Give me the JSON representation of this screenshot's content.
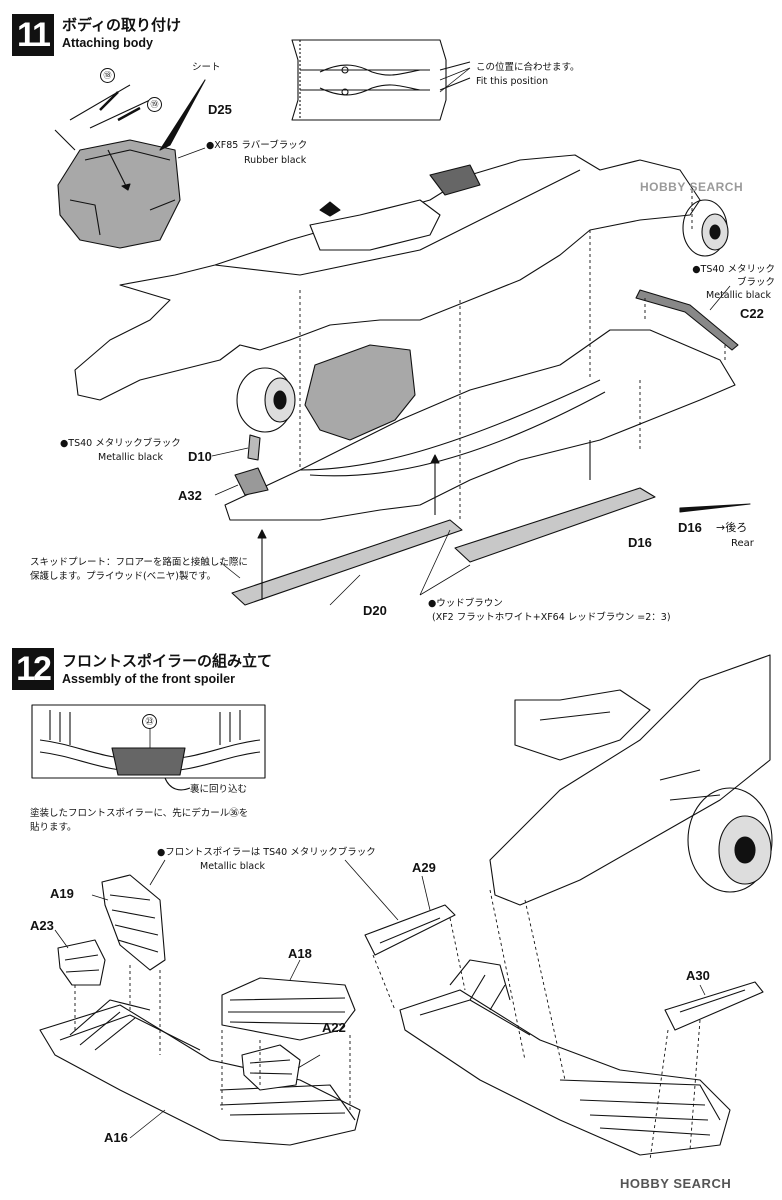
{
  "step11": {
    "number": "11",
    "title_jp": "ボディの取り付け",
    "title_en": "Attaching body",
    "fit_note_jp": "この位置に合わせます。",
    "fit_note_en": "Fit this position",
    "sheet_label": "シート",
    "part_18": "⑱",
    "part_19": "⑲",
    "part_d25": "D25",
    "xf85_jp": "●XF85 ラバーブラック",
    "xf85_en": "Rubber black",
    "ts40_right_jp1": "●TS40 メタリック",
    "ts40_right_jp2": "ブラック",
    "ts40_right_en": "Metallic black",
    "part_c22": "C22",
    "ts40_left_jp": "●TS40 メタリックブラック",
    "ts40_left_en": "Metallic black",
    "part_d10": "D10",
    "part_a32": "A32",
    "part_d16": "D16",
    "rear_label": "D16",
    "rear_jp": "→後ろ",
    "rear_en": "Rear",
    "skid_note_1": "スキッドプレート：フロアーを路面と接触した際に",
    "skid_note_2": "保護します。プライウッド(ベニヤ)製です。",
    "part_d20": "D20",
    "wood_jp": "●ウッドブラウン",
    "wood_mix": "(XF2 フラットホワイト+XF64 レッドブラウン =2：3)"
  },
  "step12": {
    "number": "12",
    "title_jp": "フロントスポイラーの組み立て",
    "title_en": "Assembly of the front spoiler",
    "part_23": "㉓",
    "reverse_note": "裏に回り込む",
    "decal_note_1": "塗装したフロントスポイラーに、先にデカール㊱を",
    "decal_note_2": "貼ります。",
    "spoiler_color_jp": "●フロントスポイラーは TS40 メタリックブラック",
    "spoiler_color_en": "Metallic black",
    "part_a19": "A19",
    "part_a23": "A23",
    "part_a18": "A18",
    "part_a22": "A22",
    "part_a16": "A16",
    "part_a29": "A29",
    "part_a30": "A30"
  },
  "watermarks": {
    "left": "HOBBY SEARCH",
    "right": "HOBBY SEARCH"
  }
}
